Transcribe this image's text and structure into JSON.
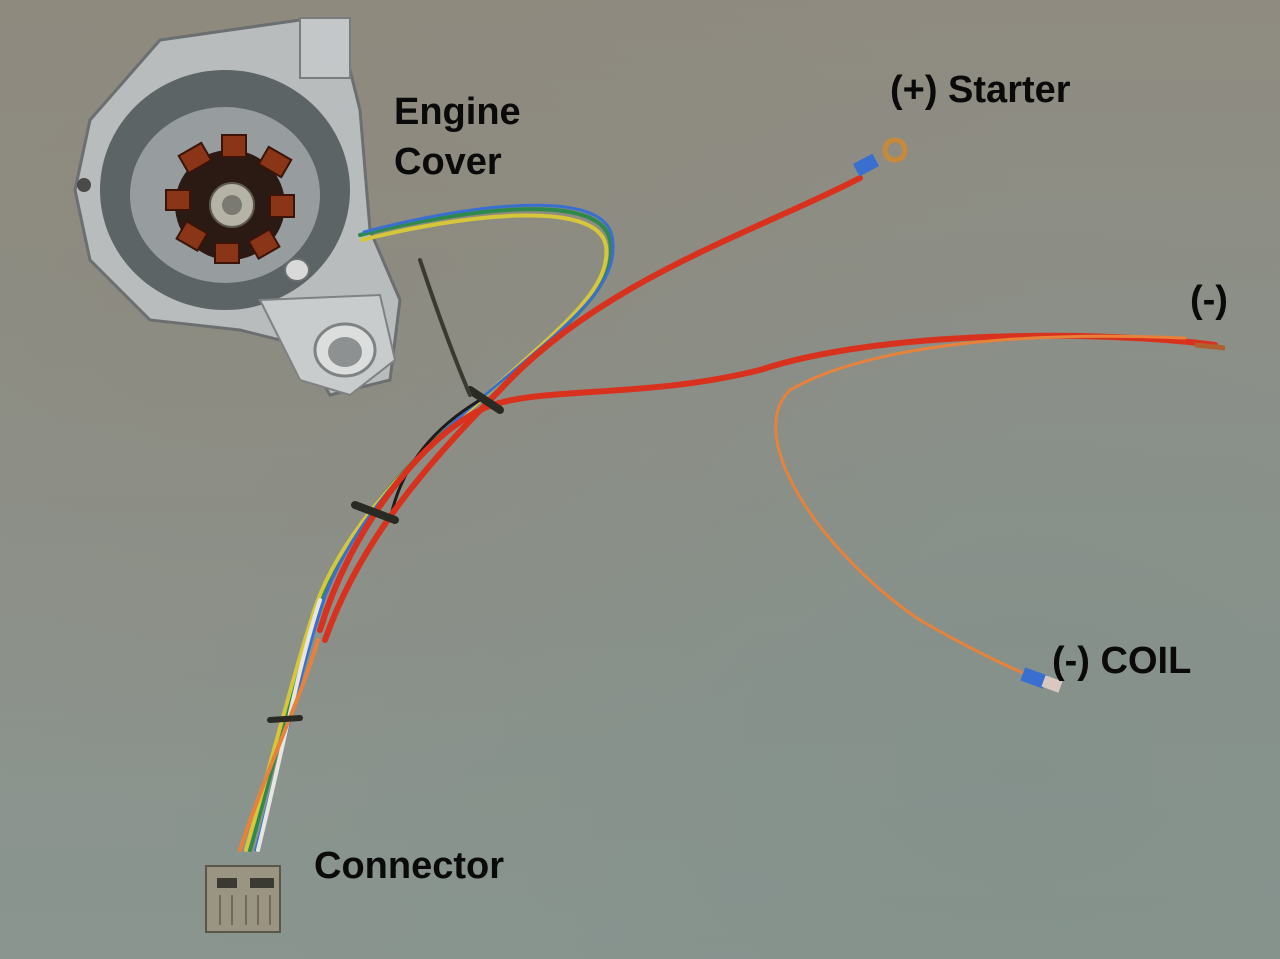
{
  "image": {
    "description": "Photo of a scooter engine cover with stator and wiring harness laid on grey carpet, annotated with labels",
    "background_color": "#8a9189"
  },
  "labels": {
    "engine_cover_line1": "Engine",
    "engine_cover_line2": "Cover",
    "starter": "(+) Starter",
    "negative": "(-)",
    "coil": "(-) COIL",
    "connector": "Connector"
  },
  "wire_colors": {
    "red": "#d8321e",
    "orange": "#e8823a",
    "green": "#2e8a4a",
    "yellow": "#d6c63a",
    "blue": "#3a6fd0",
    "white": "#e6e6e0",
    "black": "#1b1b1b"
  },
  "objects": [
    {
      "name": "engine-cover",
      "material": "aluminum"
    },
    {
      "name": "stator",
      "coils": 8
    },
    {
      "name": "wiring-harness"
    },
    {
      "name": "starter-ring-terminal"
    },
    {
      "name": "negative-wire-terminal"
    },
    {
      "name": "coil-spade-terminal"
    },
    {
      "name": "harness-connector"
    }
  ]
}
